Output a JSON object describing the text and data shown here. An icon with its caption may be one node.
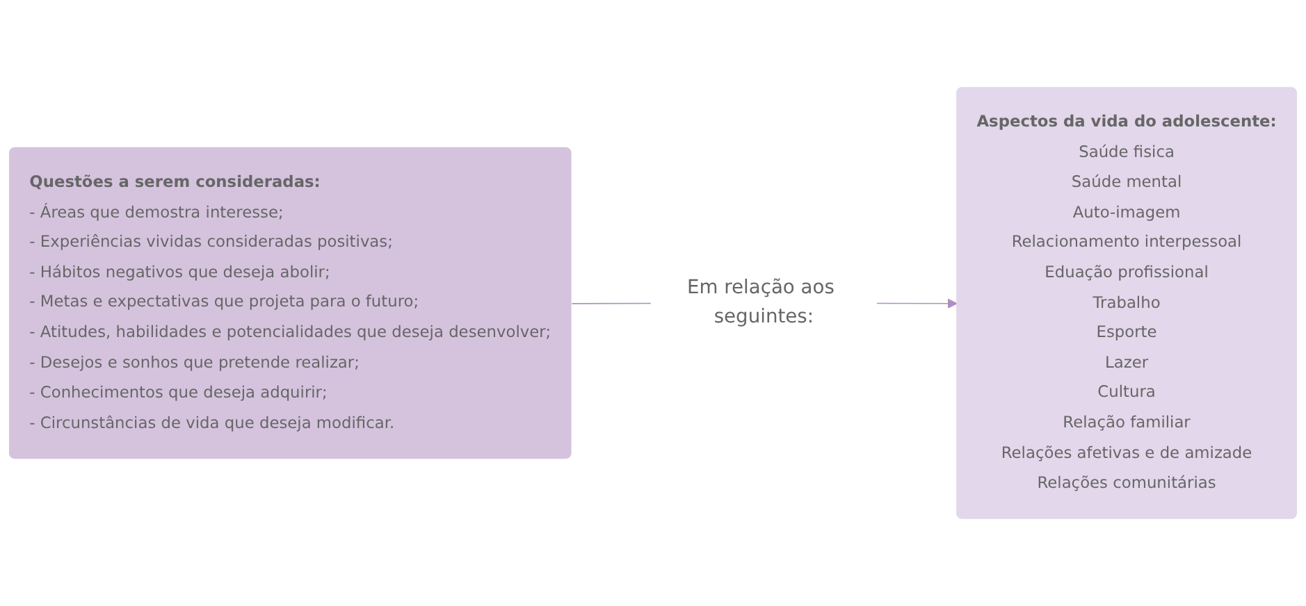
{
  "diagram": {
    "nodes": [
      {
        "text": [
          "Questões a serem  consideradas:",
          "- Áreas que demostra interesse;",
          "- Experiências vividas consideradas positivas;",
          "- Hábitos negativos que deseja abolir;",
          "- Metas e expectativas que projeta para o futuro;",
          "- Atitudes, habilidades e potencialidades que deseja desenvolver;",
          "- Desejos e sonhos que pretende realizar;",
          "- Conhecimentos que deseja adquirir;",
          "- Circunstâncias de vida que deseja modificar."
        ]
      },
      {
        "text": [
          "Aspectos da vida do adolescente:",
          "Saúde fisica",
          "Saúde mental",
          "Auto-imagem",
          "Relacionamento interpessoal",
          "Eduação profissional",
          "Trabalho",
          "Esporte",
          "Lazer",
          "Cultura",
          "Relação familiar",
          "Relações afetivas e de amizade",
          "Relações comunitárias"
        ]
      }
    ],
    "edges": [
      {
        "from": 0,
        "to": 1,
        "arrow": "to",
        "label": "Em relação aos seguintes:",
        "color": "#b08fbf"
      }
    ]
  }
}
